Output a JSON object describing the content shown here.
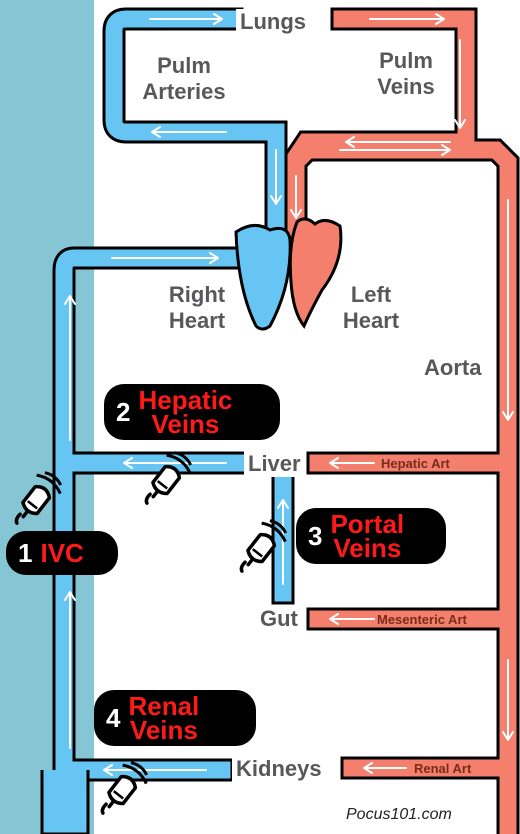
{
  "colors": {
    "panel": "#86c6d4",
    "vein": "#66c5f2",
    "artery": "#f37f6c",
    "outline": "#000000",
    "flow_arrow": "#ffffff",
    "pill_bg": "#000000",
    "pill_number": "#ffffff",
    "pill_text": "#ff1a1a",
    "label_text": "#58585a"
  },
  "labels": {
    "lungs": "Lungs",
    "pulm_arteries": [
      "Pulm",
      "Arteries"
    ],
    "pulm_veins": [
      "Pulm",
      "Veins"
    ],
    "right_heart": [
      "Right",
      "Heart"
    ],
    "left_heart": [
      "Left",
      "Heart"
    ],
    "aorta": "Aorta",
    "liver": "Liver",
    "gut": "Gut",
    "kidneys": "Kidneys",
    "hepatic_art": "Hepatic Art",
    "mesenteric_art": "Mesenteric Art",
    "renal_art": "Renal Art"
  },
  "views": [
    {
      "number": "1",
      "name": [
        "IVC"
      ]
    },
    {
      "number": "2",
      "name": [
        "Hepatic",
        "Veins"
      ]
    },
    {
      "number": "3",
      "name": [
        "Portal",
        "Veins"
      ]
    },
    {
      "number": "4",
      "name": [
        "Renal",
        "Veins"
      ]
    }
  ],
  "probe_icons": [
    "ultrasound-probe",
    "ultrasound-probe",
    "ultrasound-probe",
    "ultrasound-probe"
  ],
  "credit": "Pocus101.com"
}
